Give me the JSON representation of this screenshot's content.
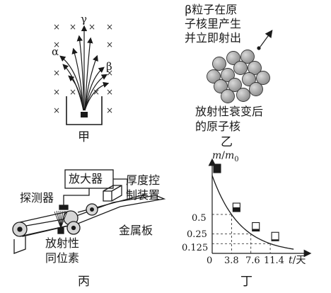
{
  "panels": {
    "jia": {
      "caption": "甲",
      "ray_labels": {
        "gamma": "γ",
        "alpha": "α",
        "beta": "β"
      }
    },
    "yi": {
      "caption": "乙",
      "annotation_lines": [
        "β粒子在原",
        "子核里产生",
        "并立即射出"
      ],
      "nucleus_lines": [
        "放射性衰变后",
        "的原子核"
      ]
    },
    "bing": {
      "caption": "丙",
      "amplifier": "放大器",
      "detector": "探测器",
      "controller_lines": [
        "厚度控",
        "制装置"
      ],
      "metal_plate": "金属板",
      "isotope_lines": [
        "放射性",
        "同位素"
      ]
    },
    "ding": {
      "caption": "丁",
      "y_axis_label": {
        "m": "m",
        "sep": "/",
        "m0": "m",
        "sub": "0"
      },
      "x_axis_label": {
        "t": "t",
        "unit": "/天"
      },
      "y_ticks": [
        "0.5",
        "0.25",
        "0.125"
      ],
      "x_ticks": [
        "0",
        "3.8",
        "7.6",
        "11.4"
      ]
    }
  },
  "chart_data": {
    "type": "line",
    "title": "",
    "xlabel": "t/天",
    "ylabel": "m/m0",
    "x": [
      0,
      3.8,
      7.6,
      11.4
    ],
    "y": [
      1,
      0.5,
      0.25,
      0.125
    ],
    "xlim": [
      0,
      16
    ],
    "ylim": [
      0,
      1.12
    ],
    "grid": false
  }
}
